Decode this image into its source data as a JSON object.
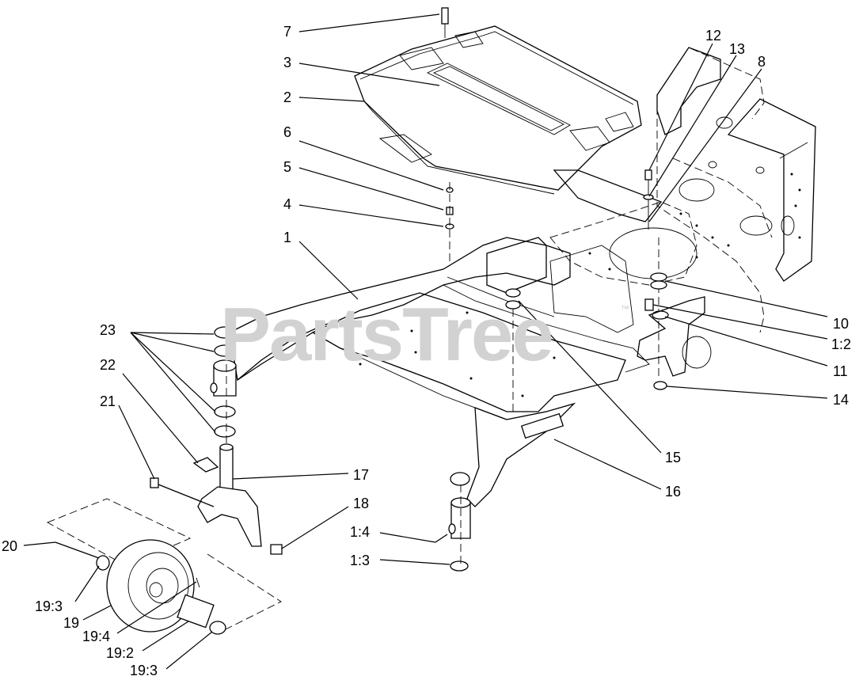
{
  "watermark": {
    "text": "PartsTree",
    "trademark": "™"
  },
  "callouts": [
    {
      "id": "7",
      "label": "7"
    },
    {
      "id": "3",
      "label": "3"
    },
    {
      "id": "2",
      "label": "2"
    },
    {
      "id": "6",
      "label": "6"
    },
    {
      "id": "5",
      "label": "5"
    },
    {
      "id": "4",
      "label": "4"
    },
    {
      "id": "1",
      "label": "1"
    },
    {
      "id": "12",
      "label": "12"
    },
    {
      "id": "13",
      "label": "13"
    },
    {
      "id": "8",
      "label": "8"
    },
    {
      "id": "10",
      "label": "10"
    },
    {
      "id": "1_2",
      "label": "1:2"
    },
    {
      "id": "11",
      "label": "11"
    },
    {
      "id": "14",
      "label": "14"
    },
    {
      "id": "23",
      "label": "23"
    },
    {
      "id": "22",
      "label": "22"
    },
    {
      "id": "21",
      "label": "21"
    },
    {
      "id": "15",
      "label": "15"
    },
    {
      "id": "16",
      "label": "16"
    },
    {
      "id": "17",
      "label": "17"
    },
    {
      "id": "18",
      "label": "18"
    },
    {
      "id": "1_4",
      "label": "1:4"
    },
    {
      "id": "1_3",
      "label": "1:3"
    },
    {
      "id": "20",
      "label": "20"
    },
    {
      "id": "19_3a",
      "label": "19:3"
    },
    {
      "id": "19",
      "label": "19"
    },
    {
      "id": "19_4",
      "label": "19:4"
    },
    {
      "id": "19_2",
      "label": "19:2"
    },
    {
      "id": "19_3b",
      "label": "19:3"
    }
  ]
}
